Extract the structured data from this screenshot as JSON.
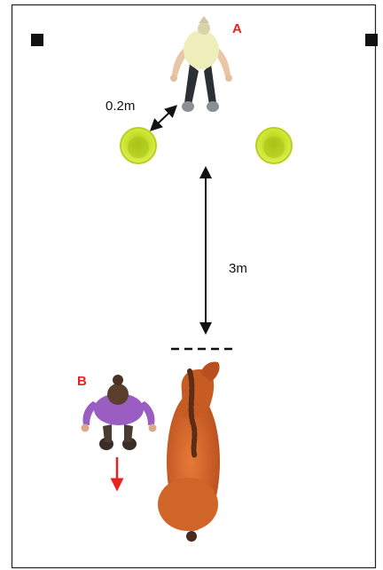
{
  "labels": {
    "person_a": "A",
    "person_b": "B",
    "bowl_gap": "0.2m",
    "start_distance": "3m"
  },
  "colors": {
    "label_red": "#e52420",
    "bowl_green": "#c6e02a",
    "horse_body": "#d86a2c",
    "shirt_purple": "#9a5ec2",
    "arrow_black": "#111111"
  }
}
